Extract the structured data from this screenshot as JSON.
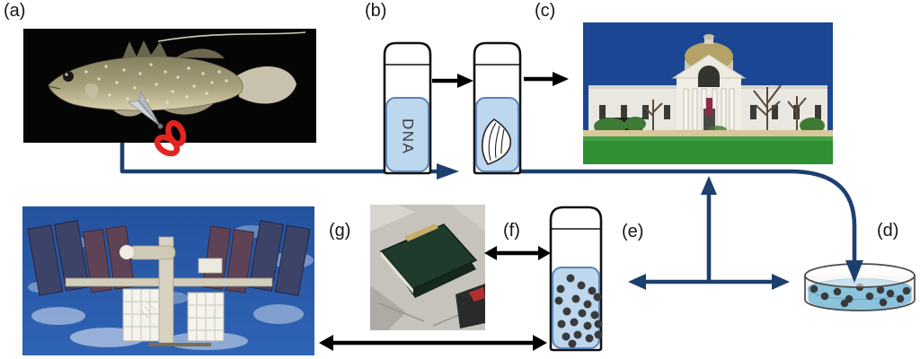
{
  "labels": {
    "a": "(a)",
    "b": "(b)",
    "c": "(c)",
    "d": "(d)",
    "e": "(e)",
    "f": "(f)",
    "g": "(g)"
  },
  "tube_dna_text": "DNA",
  "items": {
    "a": "fish-specimen-with-scissors-photo",
    "b": "dna-tube-and-tissue-tube",
    "c": "natural-history-museum-photo",
    "d": "petri-dish-with-specimens",
    "e": "three-way-connector-arrow",
    "f": "vial-with-specimens",
    "g": "field-notebooks-photo"
  },
  "colors": {
    "connector_navy": "#1d3f6e",
    "arrow_black": "#000000",
    "tube_liquid_fill": "#bdd7ee",
    "tube_liquid_border": "#5b84b8",
    "scissors_red": "#e3251f",
    "dish_liquid": "#8cc3dc",
    "specimen_dot": "#3a3a3a"
  },
  "dots": {
    "tube_f": [
      [
        25,
        82
      ],
      [
        14,
        94
      ],
      [
        37,
        90
      ],
      [
        49,
        96
      ],
      [
        12,
        107
      ],
      [
        31,
        105
      ],
      [
        44,
        111
      ],
      [
        55,
        103
      ],
      [
        21,
        119
      ],
      [
        38,
        121
      ],
      [
        52,
        123
      ],
      [
        15,
        133
      ],
      [
        29,
        131
      ],
      [
        44,
        135
      ],
      [
        56,
        133
      ],
      [
        20,
        147
      ],
      [
        33,
        145
      ],
      [
        46,
        149
      ],
      [
        56,
        145
      ],
      [
        27,
        155
      ]
    ],
    "dish": [
      [
        16,
        30
      ],
      [
        28,
        38
      ],
      [
        42,
        33
      ],
      [
        55,
        41
      ],
      [
        67,
        28
      ],
      [
        78,
        38
      ],
      [
        90,
        31
      ],
      [
        101,
        35
      ],
      [
        112,
        41
      ],
      [
        119,
        32
      ],
      [
        50,
        46
      ],
      [
        93,
        45
      ]
    ]
  }
}
